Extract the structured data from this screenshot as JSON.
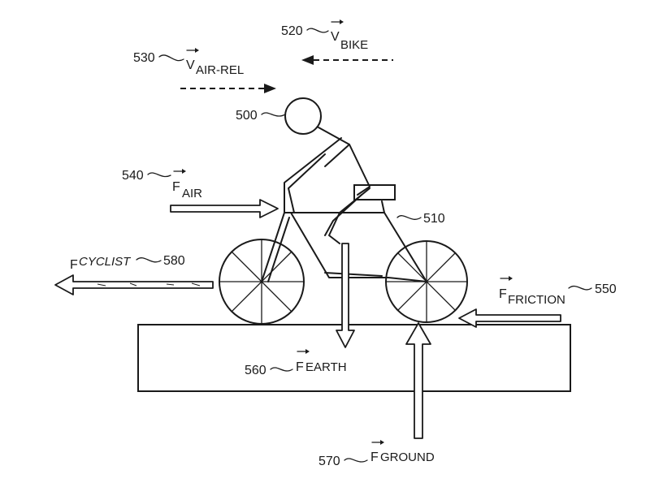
{
  "labels": {
    "rider_ref": "500",
    "bike_ref": "510",
    "v_bike_ref": "520",
    "v_bike_sym": "V",
    "v_bike_sub": "BIKE",
    "v_air_ref": "530",
    "v_air_sym": "V",
    "v_air_sub": "AIR-REL",
    "f_air_ref": "540",
    "f_air_sym": "F",
    "f_air_sub": "AIR",
    "f_friction_ref": "550",
    "f_friction_sym": "F",
    "f_friction_sub": "FRICTION",
    "f_earth_ref": "560",
    "f_earth_sym": "F",
    "f_earth_sub": "EARTH",
    "f_ground_ref": "570",
    "f_ground_sym": "F",
    "f_ground_sub": "GROUND",
    "f_cyclist_ref": "580",
    "f_cyclist_sym": "F",
    "f_cyclist_sub": "CYCLIST"
  },
  "colors": {
    "ink": "#1a1a1a",
    "background": "#ffffff"
  }
}
